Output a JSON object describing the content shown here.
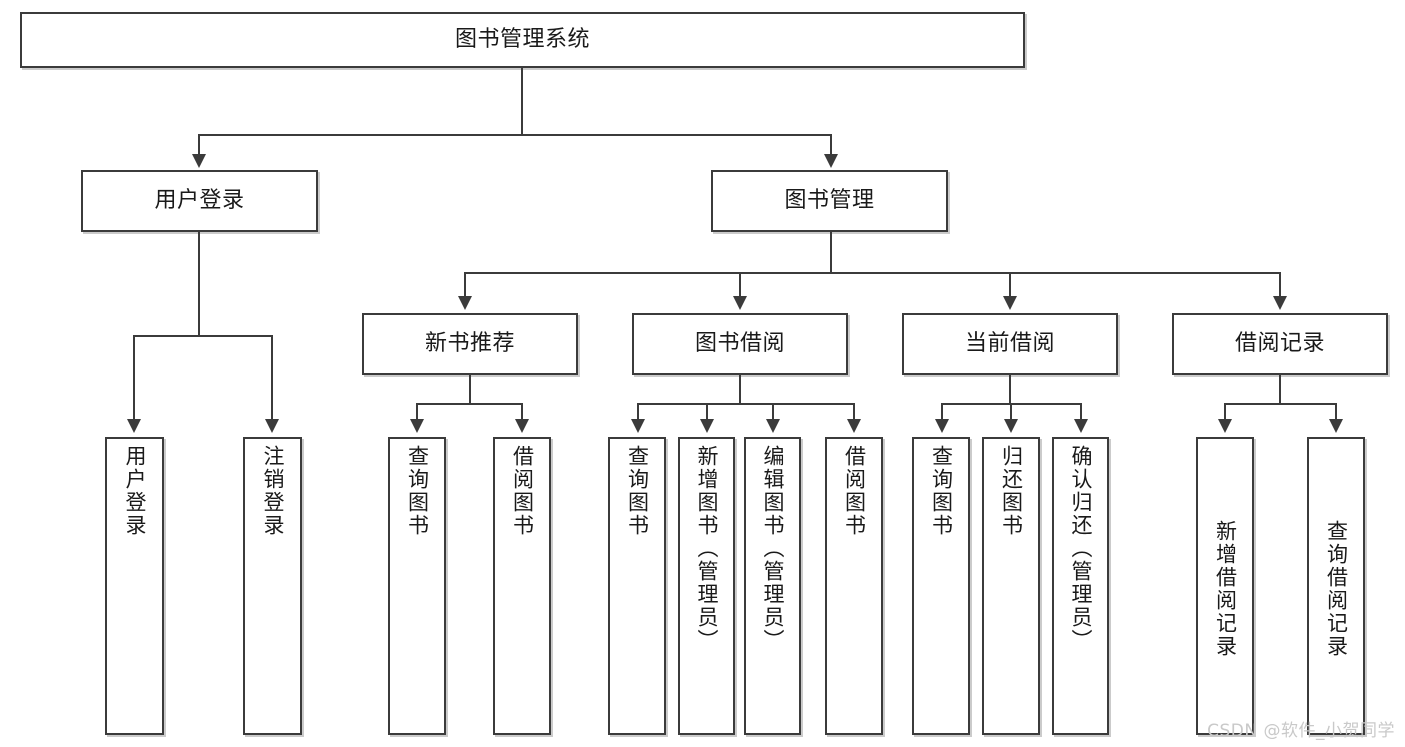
{
  "diagram": {
    "type": "tree",
    "title": "图书管理系统",
    "root": {
      "label": "图书管理系统"
    },
    "level2": [
      {
        "label": "用户登录"
      },
      {
        "label": "图书管理"
      }
    ],
    "level3": [
      {
        "label": "新书推荐"
      },
      {
        "label": "图书借阅"
      },
      {
        "label": "当前借阅"
      },
      {
        "label": "借阅记录"
      }
    ],
    "leaves": {
      "user_login": [
        {
          "label": "用户登录"
        },
        {
          "label": "注销登录"
        }
      ],
      "new_book_recommend": [
        {
          "label": "查询图书"
        },
        {
          "label": "借阅图书"
        }
      ],
      "book_borrow": [
        {
          "label": "查询图书"
        },
        {
          "label": "新增图书（管理员）"
        },
        {
          "label": "编辑图书（管理员）"
        },
        {
          "label": "借阅图书"
        }
      ],
      "current_borrow": [
        {
          "label": "查询图书"
        },
        {
          "label": "归还图书"
        },
        {
          "label": "确认归还（管理员）"
        }
      ],
      "borrow_record": [
        {
          "label": "新增借阅记录"
        },
        {
          "label": "查询借阅记录"
        }
      ]
    }
  },
  "watermark": {
    "text": "CSDN @软件_小贺同学"
  },
  "colors": {
    "stroke": "#3b3b3b",
    "background": "#ffffff",
    "text": "#1a1a1a",
    "watermark": "#c9c9c9"
  }
}
